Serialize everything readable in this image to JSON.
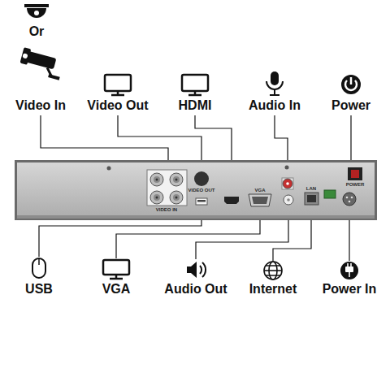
{
  "diagram": {
    "labels": [
      "Or",
      "Video In",
      "Video Out",
      "HDMI",
      "Audio In",
      "Power",
      "VIDEO OUT",
      "VGA",
      "LAN",
      "POWER",
      "VIDEO IN",
      "USB",
      "VGA",
      "Audio Out",
      "Internet",
      "Power In"
    ]
  }
}
